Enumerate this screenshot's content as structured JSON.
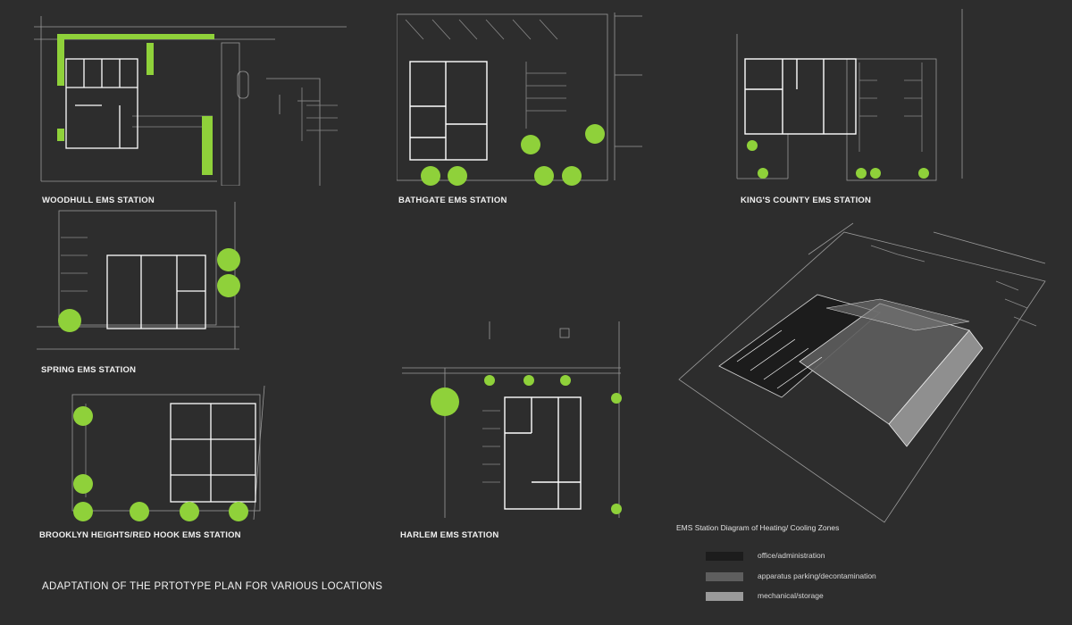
{
  "stations": [
    {
      "label": "WOODHULL EMS STATION"
    },
    {
      "label": "BATHGATE EMS STATION"
    },
    {
      "label": "KING'S COUNTY EMS STATION"
    },
    {
      "label": "SPRING EMS STATION"
    },
    {
      "label": "BROOKLYN HEIGHTS/RED HOOK EMS STATION"
    },
    {
      "label": "HARLEM EMS STATION"
    }
  ],
  "title": "ADAPTATION OF THE PRTOTYPE PLAN FOR VARIOUS LOCATIONS",
  "diagram": {
    "title": "EMS Station Diagram of Heating/ Cooling Zones",
    "legend": [
      {
        "label": "office/administration",
        "color": "#1c1c1c"
      },
      {
        "label": "apparatus parking/decontamination",
        "color": "#5e5e5e"
      },
      {
        "label": "mechanical/storage",
        "color": "#9a9a9a"
      }
    ]
  },
  "colors": {
    "background": "#2d2d2d",
    "tree": "#8fd13a",
    "line": "#bdbdbd",
    "wall": "#ffffff"
  }
}
